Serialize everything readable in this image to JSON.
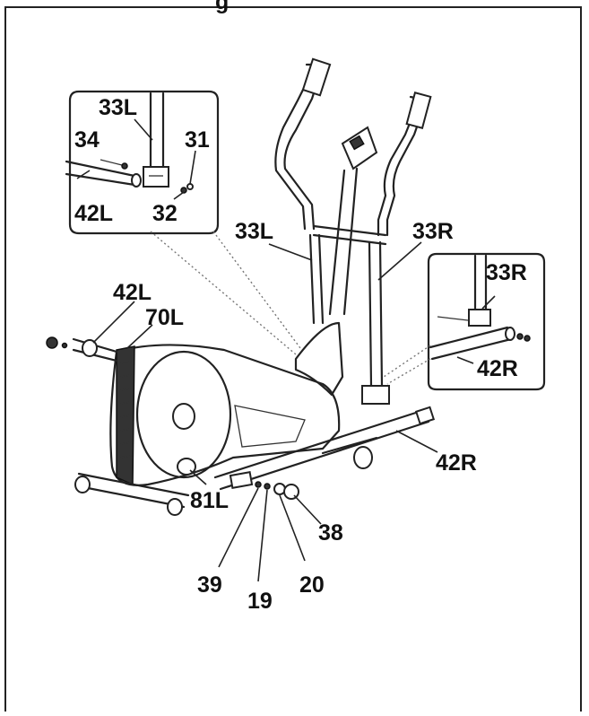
{
  "header": {
    "title_fragment": "g"
  },
  "diagram": {
    "labels": {
      "inset_left_33L": "33L",
      "inset_left_34": "34",
      "inset_left_31": "31",
      "inset_left_42L": "42L",
      "inset_left_32": "32",
      "main_33L": "33L",
      "main_33R": "33R",
      "inset_right_33R": "33R",
      "inset_right_42R": "42R",
      "main_42L": "42L",
      "main_70L": "70L",
      "main_42R": "42R",
      "main_81L": "81L",
      "main_38": "38",
      "main_39": "39",
      "main_20": "20",
      "main_19": "19"
    }
  }
}
